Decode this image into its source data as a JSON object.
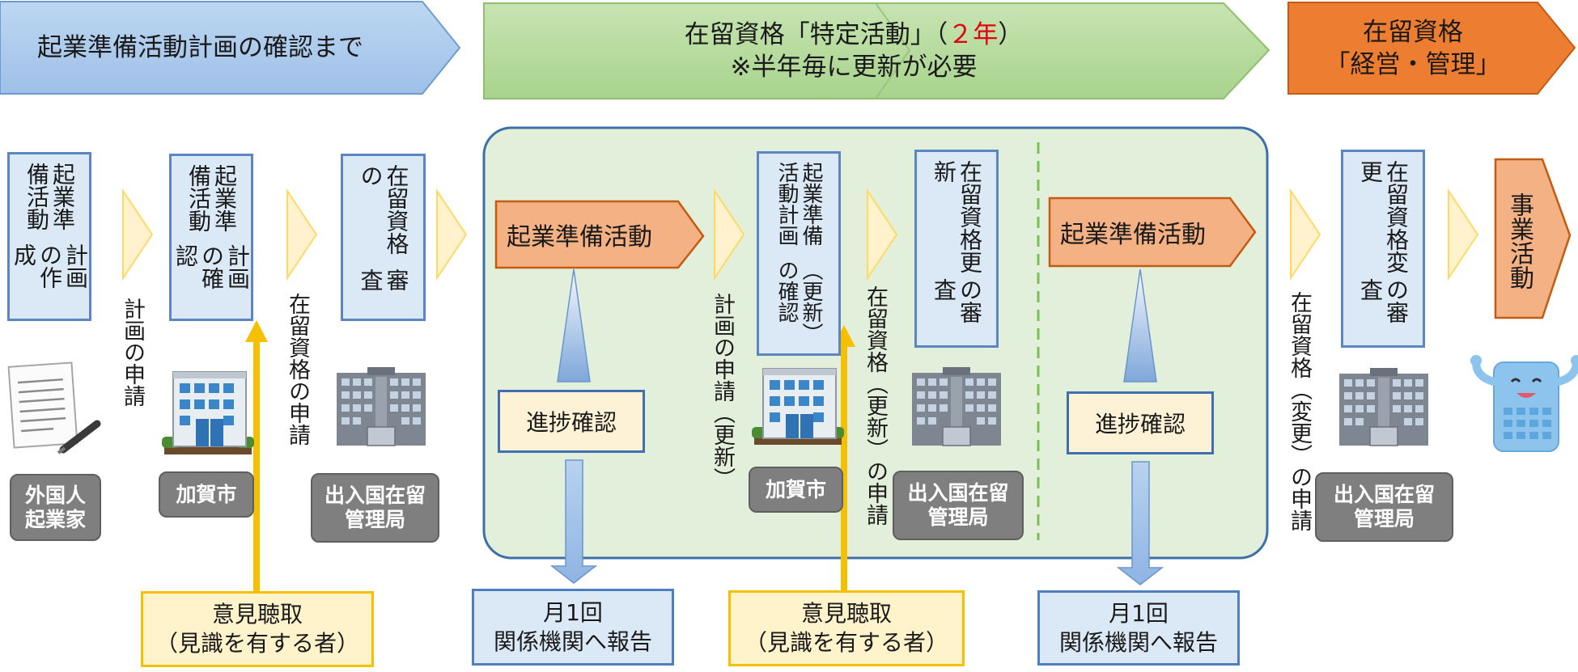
{
  "phases": {
    "phase1": "起業準備活動計画の確認まで",
    "phase2_line1_a": "在留資格「特定活動」（",
    "phase2_years": "２年",
    "phase2_line1_b": "）",
    "phase2_line2": "※半年毎に更新が必要",
    "phase3_line1": "在留資格",
    "phase3_line2": "「経営・管理」"
  },
  "steps": {
    "plan_create": [
      "起業準備活動",
      "計画の作成"
    ],
    "plan_confirm": [
      "起業準備活動",
      "計画の確認"
    ],
    "status_review": [
      "在留資格の",
      "審査"
    ],
    "renewal_confirm": [
      "起業準備活動計画",
      "（更新）の確認"
    ],
    "renewal_review": [
      "在留資格更新",
      "の審査"
    ],
    "change_review": [
      "在留資格変更",
      "の審査"
    ],
    "business_activity": "事業活動"
  },
  "flow_labels": {
    "plan_application": "計画の申請",
    "status_application": "在留資格の申請",
    "plan_application_renewal": "計画の申請（更新）",
    "status_application_renewal": "在留資格（更新）の申請",
    "status_application_change": "在留資格（変更）の申請"
  },
  "activities": {
    "activity1": "起業準備活動",
    "activity2": "起業準備活動"
  },
  "progress": {
    "check1": "進捗確認",
    "check2": "進捗確認"
  },
  "reports": {
    "report1": [
      "月1回",
      "関係機関へ報告"
    ],
    "report2": [
      "月1回",
      "関係機関へ報告"
    ]
  },
  "hearings": {
    "hearing1": [
      "意見聴取",
      "（見識を有する者）"
    ],
    "hearing2": [
      "意見聴取",
      "（見識を有する者）"
    ]
  },
  "actors": {
    "entrepreneur": [
      "外国人",
      "起業家"
    ],
    "city1": "加賀市",
    "immigration1": [
      "出入国在留",
      "管理局"
    ],
    "city2": "加賀市",
    "immigration2": [
      "出入国在留",
      "管理局"
    ],
    "immigration3": [
      "出入国在留",
      "管理局"
    ]
  },
  "icons": {
    "document": "document-pen-icon",
    "city_hall": "city-hall-icon",
    "immigration": "office-building-icon",
    "mascot": "happy-building-icon"
  },
  "colors": {
    "phase1_fill": "#a9c7ea",
    "phase2_fill": "#b5d99c",
    "phase3_fill": "#ed7d31",
    "activity_fill": "#f4b183",
    "panel_fill": "#e2efda",
    "chevron_fill": "#fff2cc",
    "yellow_arrow": "#f5c000",
    "step_fill": "#dbe9f7"
  }
}
